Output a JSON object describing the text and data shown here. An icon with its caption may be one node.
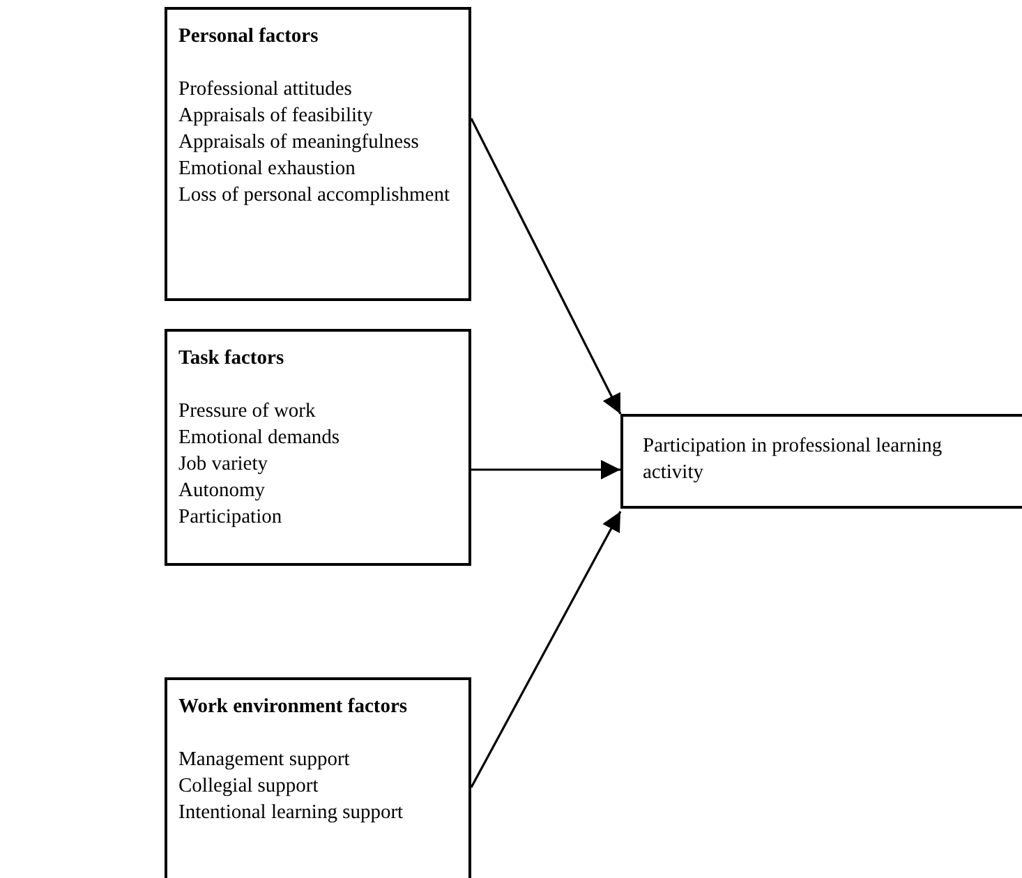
{
  "diagram": {
    "nodes": [
      {
        "text": [
          "Personal factors",
          "Professional attitudes",
          "Appraisals of feasibility",
          "Appraisals of meaningfulness",
          "Emotional exhaustion",
          "Loss of personal accomplishment"
        ]
      },
      {
        "text": [
          "Task factors",
          "Pressure of work",
          "Emotional demands",
          "Job variety",
          "Autonomy",
          "Participation"
        ]
      },
      {
        "text": [
          "Work environment factors",
          "Management support",
          "Collegial support",
          "Intentional learning support"
        ]
      },
      {
        "text": [
          "Participation in professional learning activity"
        ]
      }
    ],
    "edges": [
      {
        "from": 0,
        "to": 3,
        "arrow": "to"
      },
      {
        "from": 1,
        "to": 3,
        "arrow": "to"
      },
      {
        "from": 2,
        "to": 3,
        "arrow": "to"
      }
    ]
  }
}
